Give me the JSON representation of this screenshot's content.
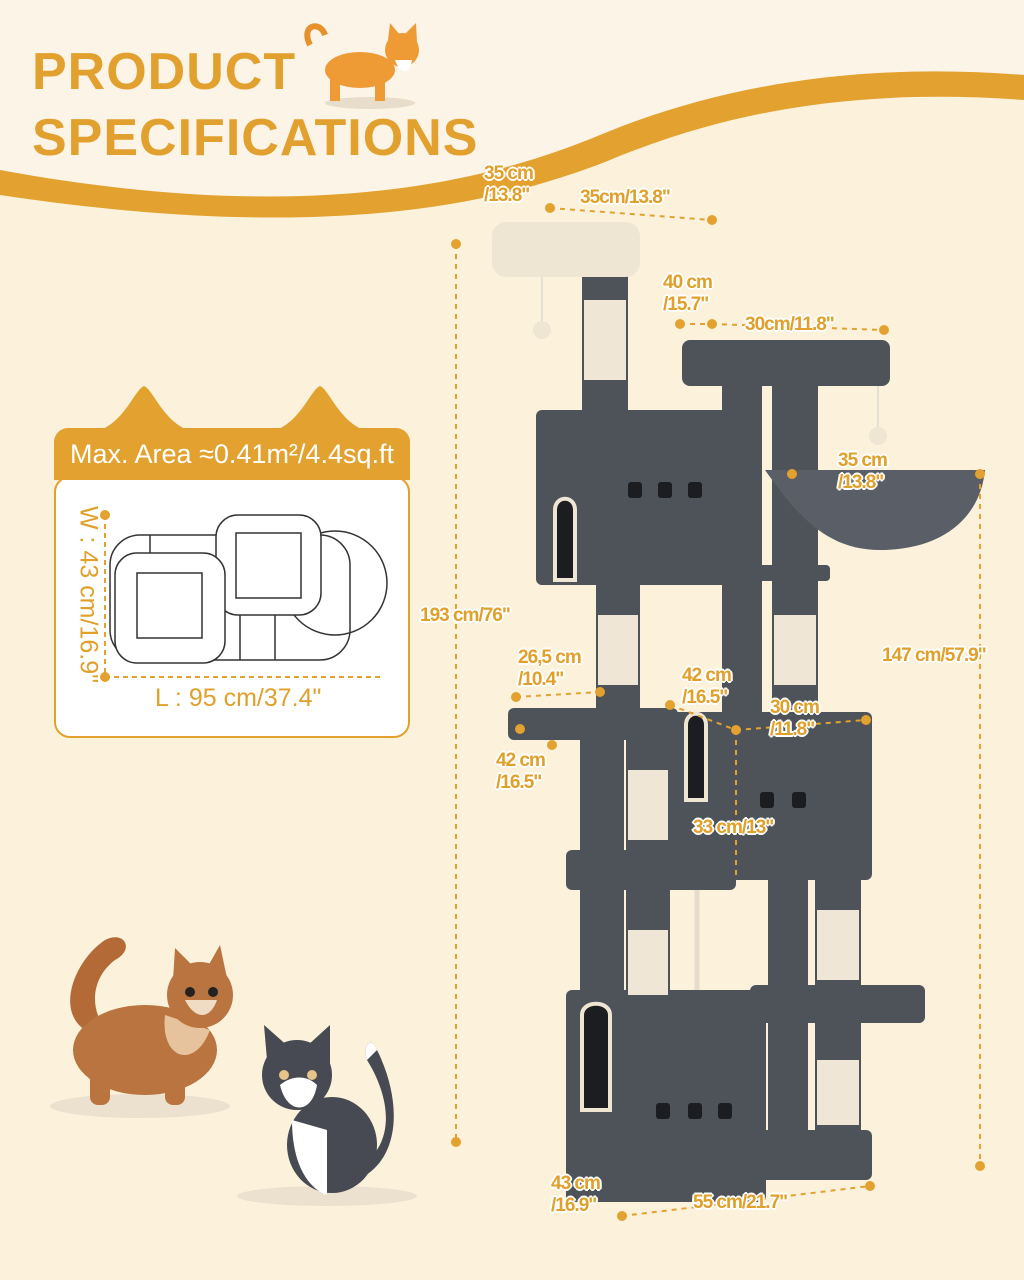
{
  "header": {
    "title_line1": "PRODUCT",
    "title_line2": "SPECIFICATIONS"
  },
  "colors": {
    "accent": "#e3a22f",
    "background": "#fcf2dc",
    "fur": "#4e5259",
    "sisal": "#efe6d5",
    "plush": "#efe5d3"
  },
  "area_card": {
    "title": "Max. Area ≈0.41m²/4.4sq.ft",
    "width_label": "W : 43 cm/16.9\"",
    "length_label": "L : 95 cm/37.4\""
  },
  "dimensions": {
    "top_depth": "35 cm\n/13.8\"",
    "top_width": "35cm/13.8\"",
    "second_depth": "40 cm\n/15.7\"",
    "second_width": "30cm/11.8\"",
    "hammock": "35 cm\n/13.8\"",
    "total_height": "193 cm/76\"",
    "hammock_height": "147 cm/57.9\"",
    "platform_width": "26,5 cm\n/10.4\"",
    "platform_depth": "42 cm\n/16.5\"",
    "condo_depth": "42 cm\n/16.5\"",
    "condo_width": "30 cm\n/11.8\"",
    "condo_height": "33 cm/13\"",
    "base_depth": "43 cm\n/16.9\"",
    "base_width": "55 cm/21.7\""
  },
  "icons": [
    "orange-cat-illustration",
    "brown-cat-illustration",
    "tuxedo-cat-illustration",
    "cat-tree-product"
  ]
}
